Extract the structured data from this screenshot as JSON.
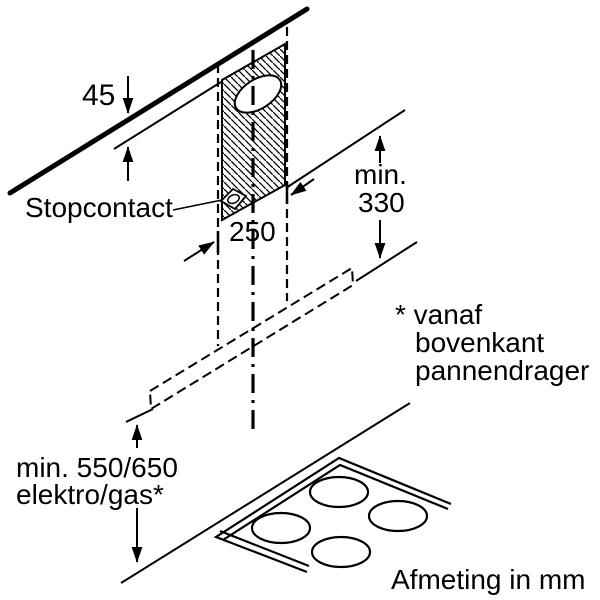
{
  "diagram": {
    "background": "#ffffff",
    "line_color": "#000000",
    "labels": {
      "dim45": "45",
      "stopcontact": "Stopcontact",
      "dim250": "250",
      "dim330_min": "min.",
      "dim330_value": "330",
      "footnote1": "* vanaf",
      "footnote2": "bovenkant",
      "footnote3": "pannendrager",
      "dim550_line1": "min. 550/650",
      "dim550_line2": "elektro/gas*",
      "caption": "Afmeting in mm"
    }
  }
}
